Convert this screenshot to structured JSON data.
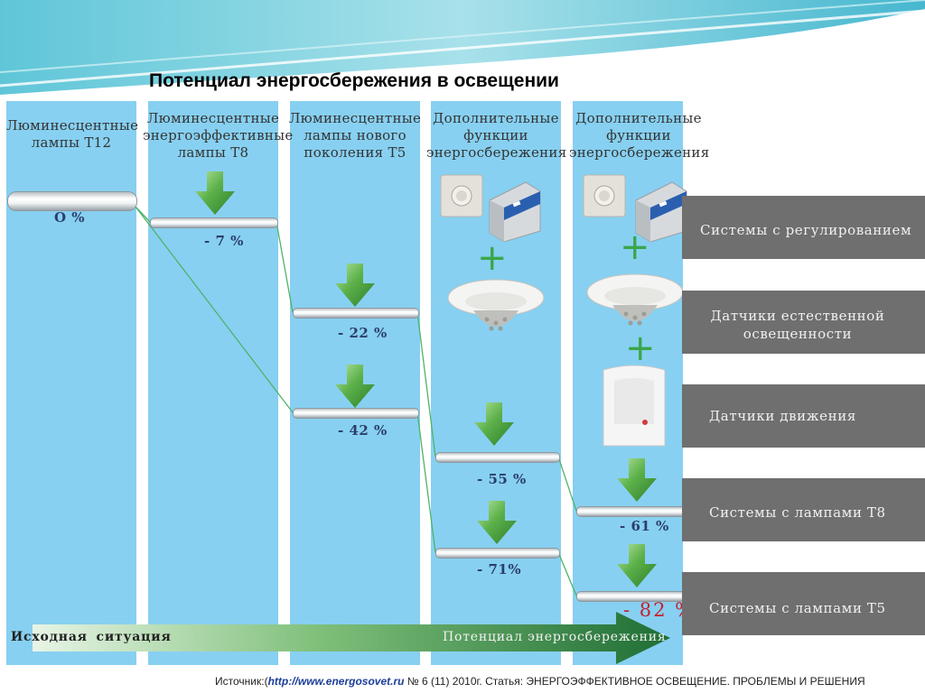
{
  "title": "Потенциал энергосбережения в освещении",
  "columns": [
    {
      "heading": "Люминесцентные\nлампы Т12"
    },
    {
      "heading": "Люминесцентные\nэнергоэффективные\nлампы Т8"
    },
    {
      "heading": "Люминесцентные\nлампы нового\nпоколения Т5"
    },
    {
      "heading": "Дополнительные\nфункции\nэнергосбережения"
    },
    {
      "heading": "Дополнительные\nфункции\nэнергосбережения"
    }
  ],
  "percents": {
    "p0": "О %",
    "p7": "- 7 %",
    "p22": "- 22 %",
    "p42": "- 42 %",
    "p55": "- 55 %",
    "p71": "- 71%",
    "p61": "- 61 %",
    "p82": "- 82 %"
  },
  "plus": "+",
  "systems": [
    "Системы с регулированием",
    "Датчики естественной\nосвещенности",
    "Датчики движения",
    "Системы с лампами Т8",
    "Системы с лампами Т5"
  ],
  "bottom": {
    "left": "Исходная ситуация",
    "right": "Потенциал энергосбережения"
  },
  "source": {
    "prefix": "Источник:(",
    "url": "http://www.energosovet.ru",
    "suffix": " № 6 (11) 2010г. Статья: ЭНЕРГОЭФФЕКТИВНОЕ ОСВЕЩЕНИЕ. ПРОБЛЕМЫ И РЕШЕНИЯ"
  },
  "colors": {
    "column": "#87d0f1",
    "system_box": "#6f6f6f",
    "arrow_green": "#3f9b3a",
    "accent_red": "#c8202a"
  }
}
